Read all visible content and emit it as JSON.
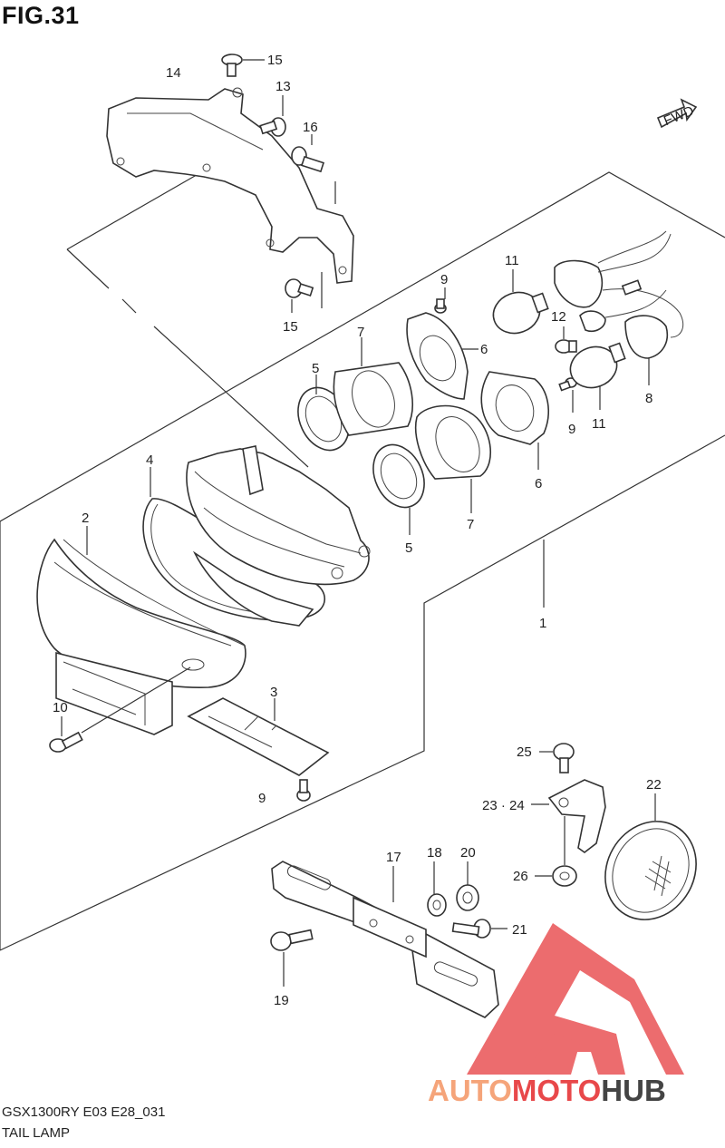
{
  "figure_label": "FIG.31",
  "model_code": "GSX1300RY E03 E28_031",
  "section_title": "TAIL LAMP",
  "fwd_label": "FWD",
  "watermark": {
    "part1": "AUTO",
    "part2": "MOTO",
    "part3": "HUB",
    "color_light": "#f5a47a",
    "color_red": "#e8484a",
    "color_dark": "#444444"
  },
  "callouts": {
    "c1": "1",
    "c2": "2",
    "c3": "3",
    "c4": "4",
    "c5a": "5",
    "c5b": "5",
    "c6a": "6",
    "c6b": "6",
    "c7a": "7",
    "c7b": "7",
    "c8": "8",
    "c9a": "9",
    "c9b": "9",
    "c9c": "9",
    "c10": "10",
    "c11a": "11",
    "c11b": "11",
    "c12": "12",
    "c13": "13",
    "c14": "14",
    "c15a": "15",
    "c15b": "15",
    "c16": "16",
    "c17": "17",
    "c18": "18",
    "c19": "19",
    "c20": "20",
    "c21": "21",
    "c22": "22",
    "c2324": "23 · 24",
    "c25": "25",
    "c26": "26"
  }
}
